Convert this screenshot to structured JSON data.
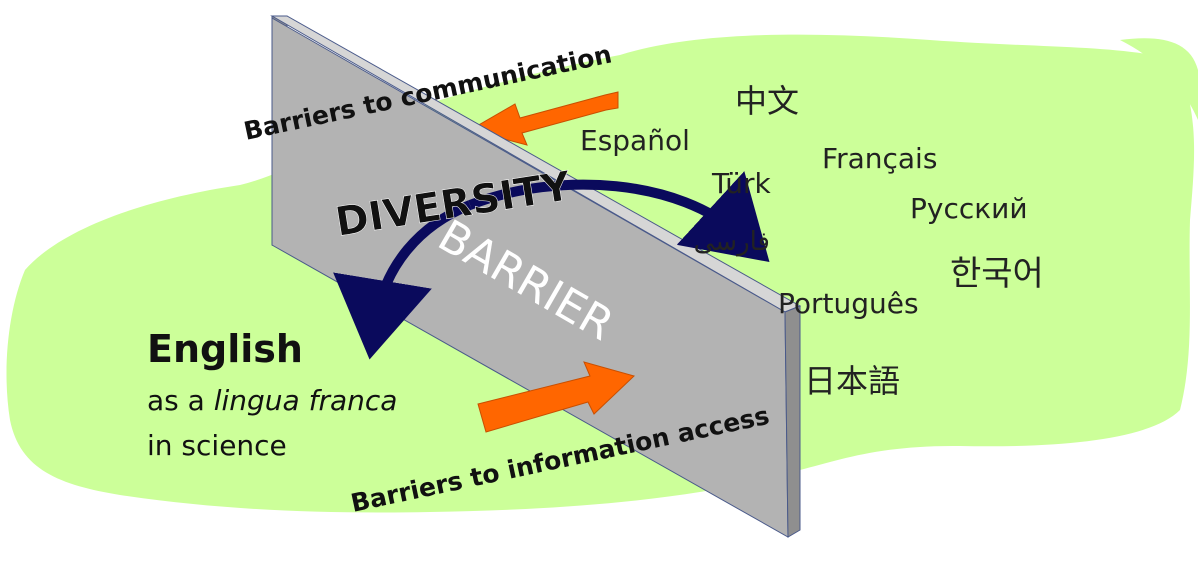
{
  "colors": {
    "background": "#ffffff",
    "green_blob": "#ccff99",
    "wall_front": "#b3b3b3",
    "wall_side": "#8f8f8f",
    "wall_top": "#d6d6d6",
    "wall_edge": "#4a5a8a",
    "orange_arrow": "#ff6600",
    "blue_arrow": "#0a0a5c",
    "text": "#1a1a1a",
    "barrier_text": "#ffffff"
  },
  "diagram": {
    "top_label": "Barriers to communication",
    "bottom_label": "Barriers to information access",
    "diversity_label": "DIVERSITY",
    "barrier_label": "BARRIER",
    "english_heading": "English",
    "english_line1_prefix": "as a ",
    "english_line1_italic": "lingua franca",
    "english_line2": "in science",
    "languages": {
      "chinese": "中文",
      "spanish": "Español",
      "turkish": "Türk",
      "french": "Français",
      "russian": "Русский",
      "persian": "فارسی",
      "korean": "한국어",
      "portuguese": "Português",
      "japanese": "日本語"
    }
  }
}
